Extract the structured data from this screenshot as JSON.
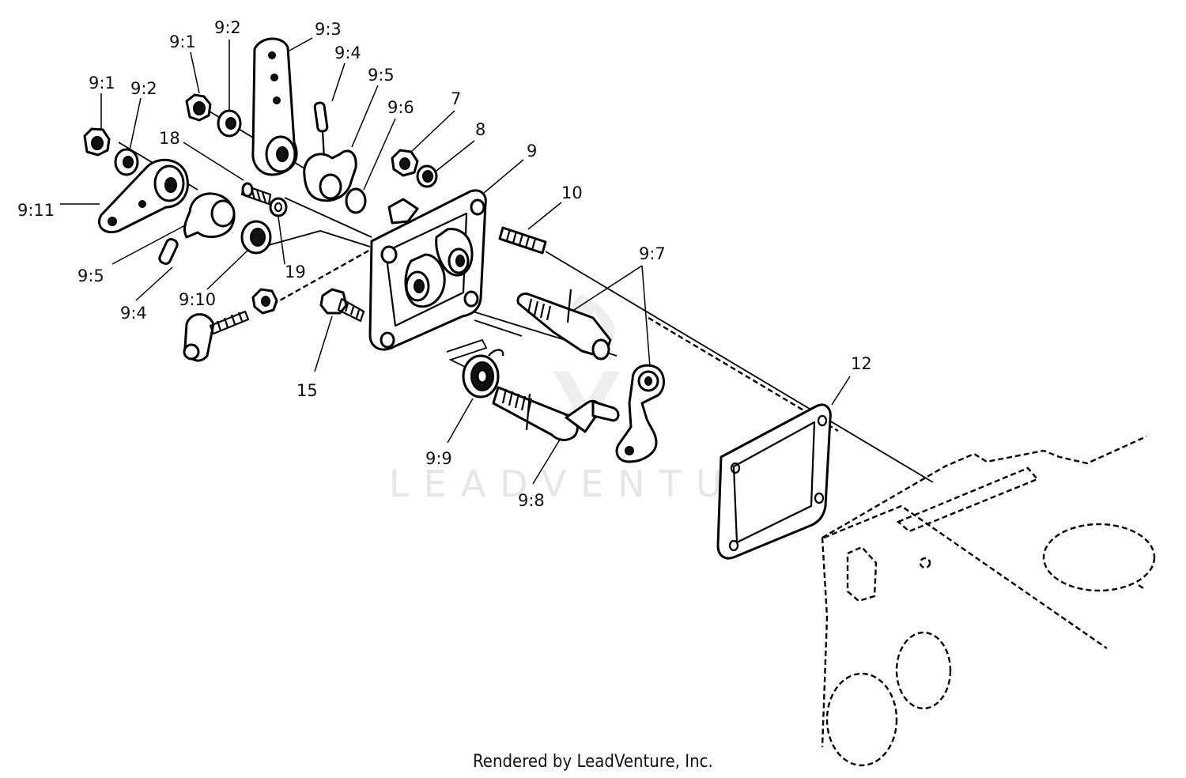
{
  "footer": "Rendered by LeadVenture, Inc.",
  "watermark": "LEADVENTURE",
  "callouts": [
    {
      "id": "9-1-upper",
      "label": "9:1"
    },
    {
      "id": "9-2-upper",
      "label": "9:2"
    },
    {
      "id": "9-3",
      "label": "9:3"
    },
    {
      "id": "9-4-upper",
      "label": "9:4"
    },
    {
      "id": "9-5-upper",
      "label": "9:5"
    },
    {
      "id": "9-6",
      "label": "9:6"
    },
    {
      "id": "7",
      "label": "7"
    },
    {
      "id": "8",
      "label": "8"
    },
    {
      "id": "9",
      "label": "9"
    },
    {
      "id": "9-1-lower",
      "label": "9:1"
    },
    {
      "id": "9-2-lower",
      "label": "9:2"
    },
    {
      "id": "18",
      "label": "18"
    },
    {
      "id": "9-11",
      "label": "9:11"
    },
    {
      "id": "10",
      "label": "10"
    },
    {
      "id": "9-7",
      "label": "9:7"
    },
    {
      "id": "9-5-lower",
      "label": "9:5"
    },
    {
      "id": "19",
      "label": "19"
    },
    {
      "id": "9-4-lower",
      "label": "9:4"
    },
    {
      "id": "9-10",
      "label": "9:10"
    },
    {
      "id": "15",
      "label": "15"
    },
    {
      "id": "12",
      "label": "12"
    },
    {
      "id": "9-9",
      "label": "9:9"
    },
    {
      "id": "9-8",
      "label": "9:8"
    }
  ]
}
